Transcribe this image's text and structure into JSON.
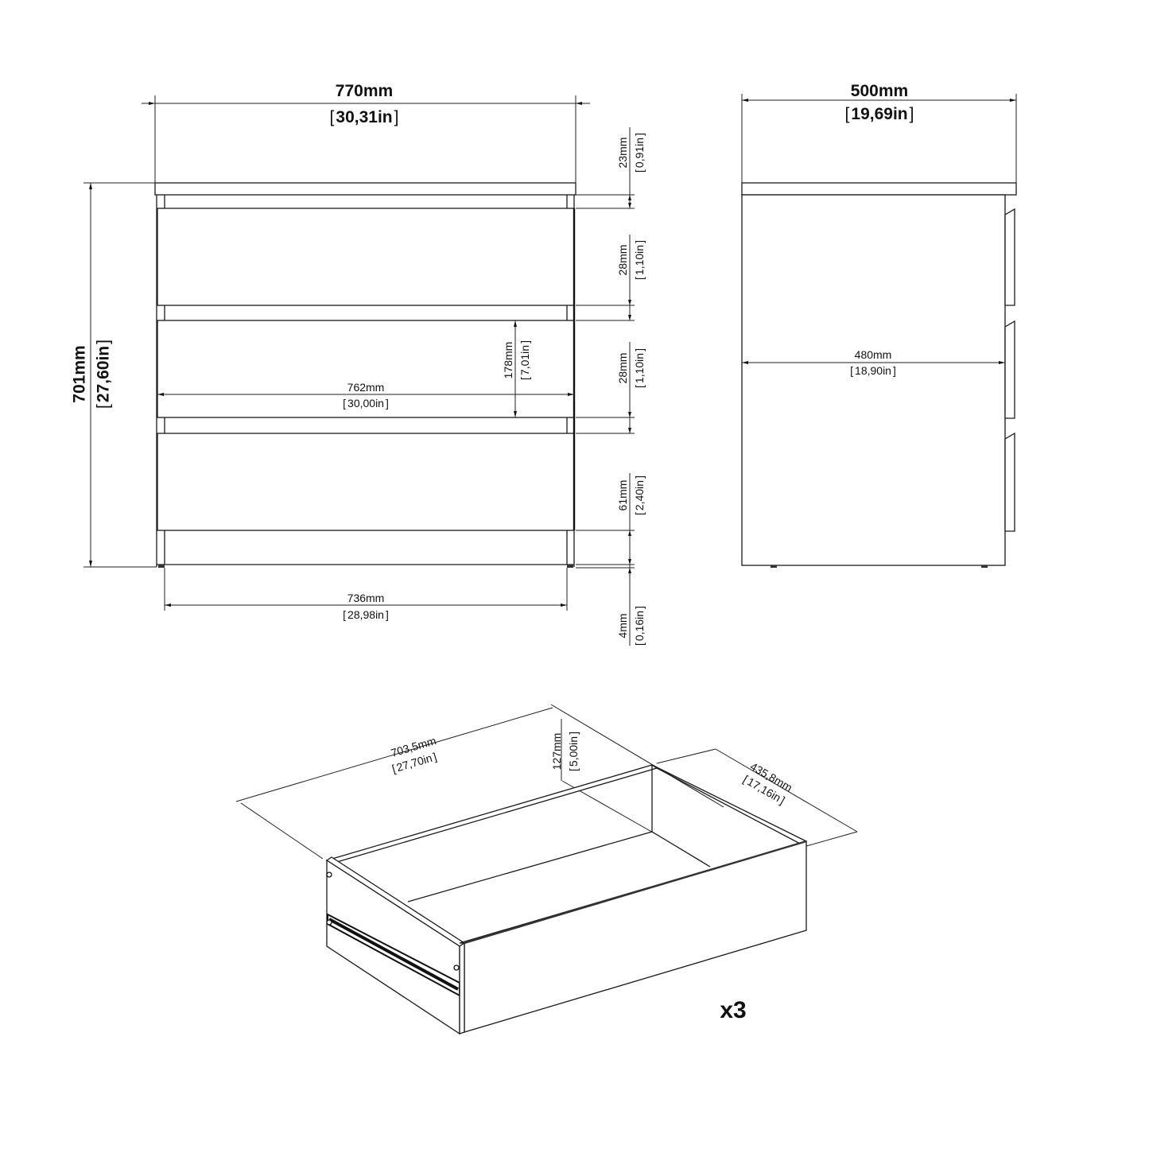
{
  "front_view": {
    "overall_width": {
      "mm": "770mm",
      "in": "30,31in"
    },
    "overall_height": {
      "mm": "701mm",
      "in": "27,60in"
    },
    "top_thickness": {
      "mm": "23mm",
      "in": "0,91in"
    },
    "gap_1": {
      "mm": "28mm",
      "in": "1,10in"
    },
    "gap_2": {
      "mm": "28mm",
      "in": "1,10in"
    },
    "plinth_height": {
      "mm": "61mm",
      "in": "2,40in"
    },
    "foot_height": {
      "mm": "4mm",
      "in": "0,16in"
    },
    "drawer_front_width": {
      "mm": "762mm",
      "in": "30,00in"
    },
    "drawer_front_height": {
      "mm": "178mm",
      "in": "7,01in"
    },
    "base_width": {
      "mm": "736mm",
      "in": "28,98in"
    }
  },
  "side_view": {
    "overall_depth": {
      "mm": "500mm",
      "in": "19,69in"
    },
    "carcass_depth": {
      "mm": "480mm",
      "in": "18,90in"
    }
  },
  "drawer_view": {
    "length": {
      "mm": "703,5mm",
      "in": "27,70in"
    },
    "height": {
      "mm": "127mm",
      "in": "5,00in"
    },
    "depth": {
      "mm": "435,8mm",
      "in": "17,16in"
    },
    "quantity": "x3"
  }
}
